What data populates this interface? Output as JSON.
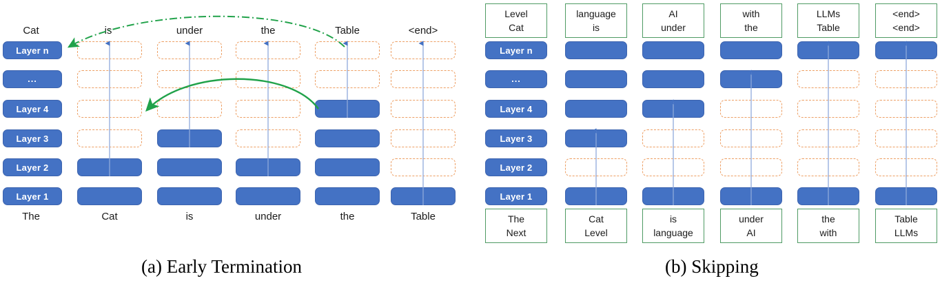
{
  "figure": {
    "panels": [
      {
        "id": "a",
        "caption": "(a) Early Termination",
        "top_labels": [
          "Cat",
          "is",
          "under",
          "the",
          "Table",
          "<end>"
        ],
        "bottom_labels": [
          "The",
          "Cat",
          "is",
          "under",
          "the",
          "Table"
        ],
        "layer_labels": [
          "Layer n",
          "...",
          "Layer 4",
          "Layer 3",
          "Layer 2",
          "Layer 1"
        ],
        "columns": [
          {
            "token_top": "Cat",
            "token_bottom": "The",
            "states": [
              "dashed",
              "dashed",
              "dashed",
              "dashed",
              "filled",
              "filled"
            ]
          },
          {
            "token_top": "is",
            "token_bottom": "Cat",
            "states": [
              "dashed",
              "dashed",
              "dashed",
              "filled",
              "filled",
              "filled"
            ]
          },
          {
            "token_top": "under",
            "token_bottom": "is",
            "states": [
              "dashed",
              "dashed",
              "dashed",
              "dashed",
              "filled",
              "filled"
            ]
          },
          {
            "token_top": "the",
            "token_bottom": "under",
            "states": [
              "dashed",
              "dashed",
              "filled",
              "filled",
              "filled",
              "filled"
            ]
          },
          {
            "token_top": "Table",
            "token_bottom": "the",
            "states": [
              "dashed",
              "dashed",
              "dashed",
              "dashed",
              "dashed",
              "filled"
            ]
          },
          {
            "token_top": "<end>",
            "token_bottom": "Table",
            "states": [
              "dashed",
              "dashed",
              "dashed",
              "dashed",
              "dashed",
              "filled"
            ]
          }
        ],
        "arrows": [
          {
            "name": "dashdot-feedback-arrow",
            "style": "dash-dot",
            "from": "Table column top",
            "to": "Layer n label"
          },
          {
            "name": "solid-feedback-arrow",
            "style": "solid",
            "from": "the column Layer 4",
            "to": "Cat column Layer 4"
          }
        ]
      },
      {
        "id": "b",
        "caption": "(b) Skipping",
        "layer_labels": [
          "Layer n",
          "...",
          "Layer 4",
          "Layer 3",
          "Layer 2",
          "Layer 1"
        ],
        "layer_label_top_box": {
          "line1": "Level",
          "line2": "Cat"
        },
        "layer_label_bottom_box": {
          "line1": "The",
          "line2": "Next"
        },
        "columns": [
          {
            "top": {
              "line1": "language",
              "line2": "is"
            },
            "bottom": {
              "line1": "Cat",
              "line2": "Level"
            },
            "states": [
              "filled",
              "filled",
              "filled",
              "filled",
              "dashed",
              "filled"
            ]
          },
          {
            "top": {
              "line1": "AI",
              "line2": "under"
            },
            "bottom": {
              "line1": "is",
              "line2": "language"
            },
            "states": [
              "filled",
              "filled",
              "filled",
              "dashed",
              "dashed",
              "filled"
            ]
          },
          {
            "top": {
              "line1": "with",
              "line2": "the"
            },
            "bottom": {
              "line1": "under",
              "line2": "AI"
            },
            "states": [
              "filled",
              "filled",
              "dashed",
              "dashed",
              "dashed",
              "filled"
            ]
          },
          {
            "top": {
              "line1": "LLMs",
              "line2": "Table"
            },
            "bottom": {
              "line1": "the",
              "line2": "with"
            },
            "states": [
              "filled",
              "dashed",
              "dashed",
              "dashed",
              "dashed",
              "filled"
            ]
          },
          {
            "top": {
              "line1": "<end>",
              "line2": "<end>"
            },
            "bottom": {
              "line1": "Table",
              "line2": "LLMs"
            },
            "states": [
              "filled",
              "dashed",
              "dashed",
              "dashed",
              "dashed",
              "filled"
            ]
          }
        ]
      }
    ]
  },
  "colors": {
    "filled_blue": "#4472C4",
    "dashed_orange": "#ED9E62",
    "green_border": "#4E9A63",
    "arrow_green": "#21A24A",
    "connector_blue": "#8EA9DB"
  }
}
